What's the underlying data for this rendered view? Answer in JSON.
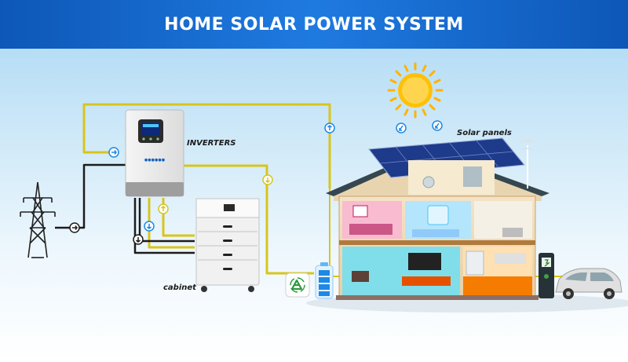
{
  "title": "HOME SOLAR POWER SYSTEM",
  "labels": {
    "solar_panels": "Solar panels",
    "inverters": "INVERTERS",
    "cabinet": "cabinet"
  },
  "colors": {
    "banner": "#1565c0",
    "wire_yellow": "#d8c51c",
    "wire_black": "#1c1c1c",
    "flow_arrow": "#1e88e5",
    "sun": "#ffc107",
    "roof": "#37474f",
    "panel": "#1e3a8a"
  },
  "icons": [
    "sun-icon",
    "transmission-tower-icon",
    "recycle-icon",
    "battery-icon",
    "ev-charger-icon",
    "car-icon",
    "wind-turbine-icon",
    "flow-arrow-icon"
  ]
}
